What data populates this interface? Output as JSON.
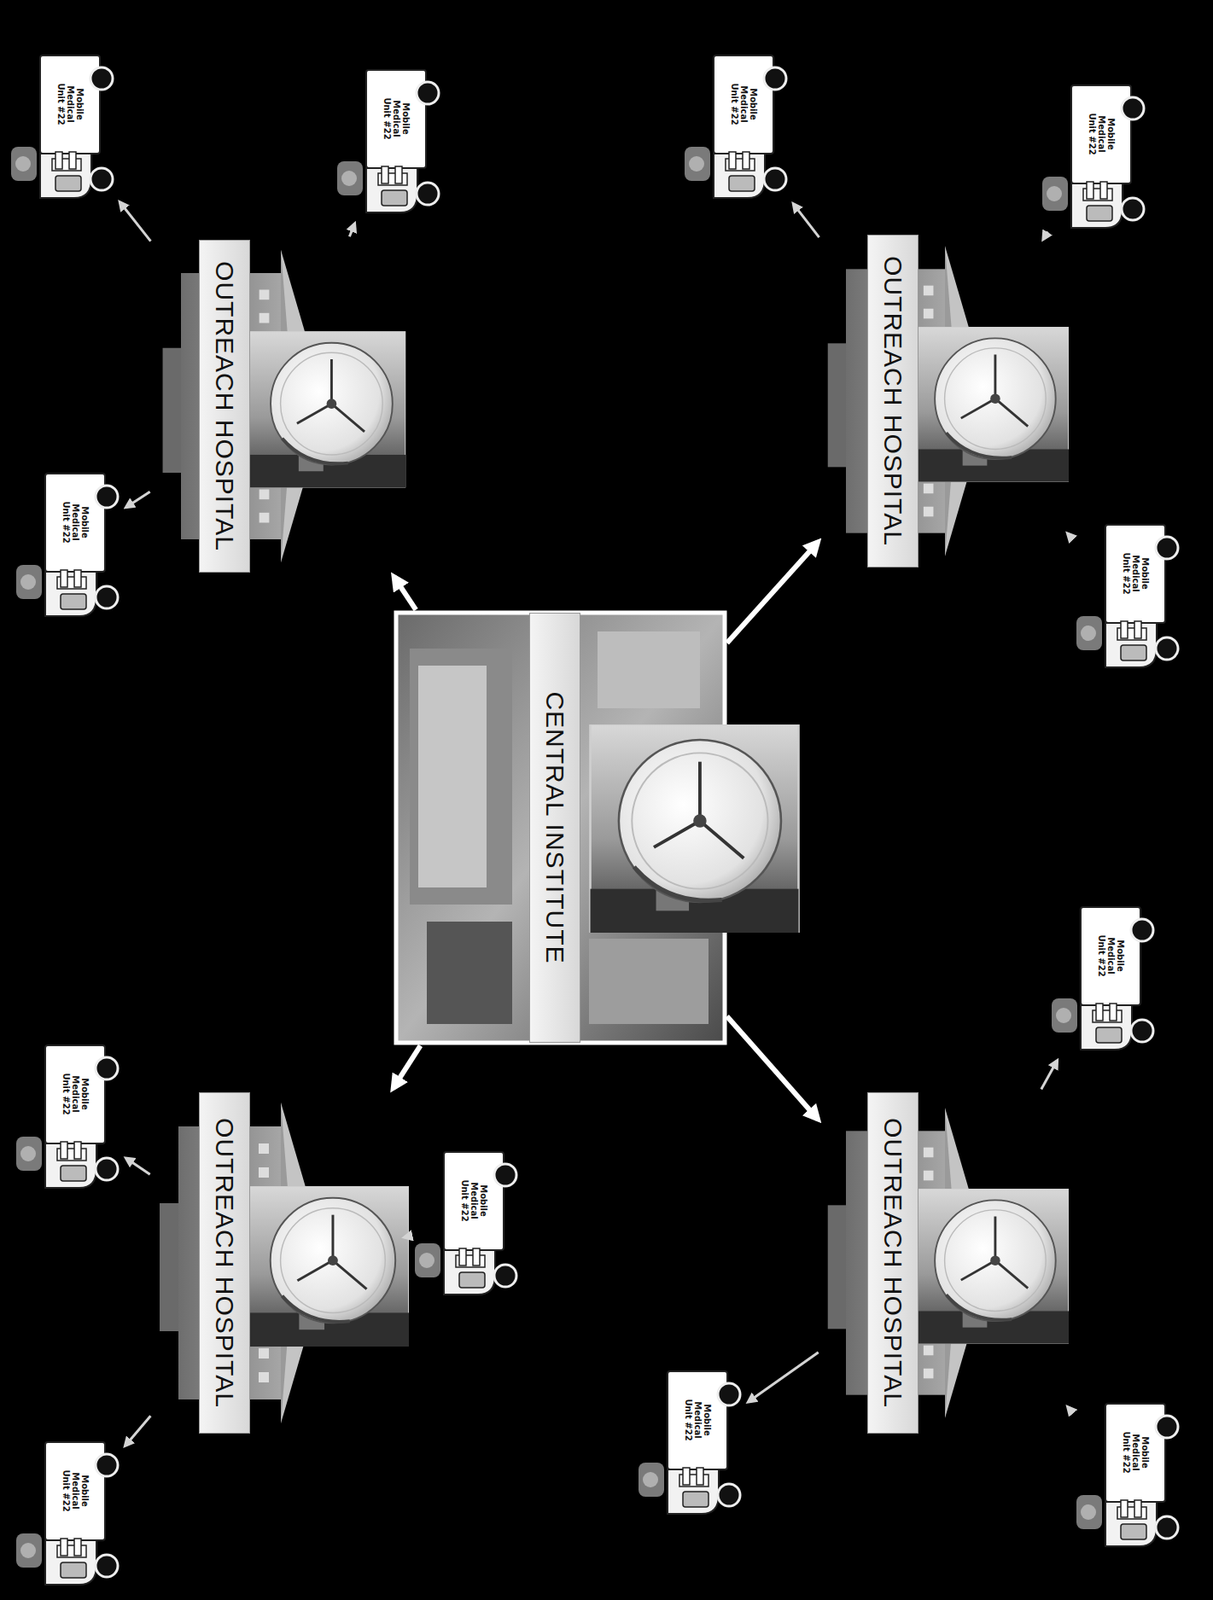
{
  "diagram": {
    "nodes": [
      {
        "text": [
          "CENTRAL INSTITUTE"
        ]
      },
      {
        "text": [
          "OUTREACH HOSPITAL"
        ]
      },
      {
        "text": [
          "OUTREACH HOSPITAL"
        ]
      },
      {
        "text": [
          "OUTREACH HOSPITAL"
        ]
      },
      {
        "text": [
          "OUTREACH HOSPITAL"
        ]
      },
      {
        "text": [
          "Mobile Medical Unit #22"
        ]
      },
      {
        "text": [
          "Mobile Medical Unit #22"
        ]
      },
      {
        "text": [
          "Mobile Medical Unit #22"
        ]
      },
      {
        "text": [
          "Mobile Medical Unit #22"
        ]
      },
      {
        "text": [
          "Mobile Medical Unit #22"
        ]
      },
      {
        "text": [
          "Mobile Medical Unit #22"
        ]
      },
      {
        "text": [
          "Mobile Medical Unit #22"
        ]
      },
      {
        "text": [
          "Mobile Medical Unit #22"
        ]
      },
      {
        "text": [
          "Mobile Medical Unit #22"
        ]
      },
      {
        "text": [
          "Mobile Medical Unit #22"
        ]
      },
      {
        "text": [
          "Mobile Medical Unit #22"
        ]
      },
      {
        "text": [
          "Mobile Medical Unit #22"
        ]
      }
    ],
    "edges": [
      {
        "from": 0,
        "to": 1,
        "arrow": "to"
      },
      {
        "from": 0,
        "to": 2,
        "arrow": "to"
      },
      {
        "from": 0,
        "to": 3,
        "arrow": "to"
      },
      {
        "from": 0,
        "to": 4,
        "arrow": "to"
      },
      {
        "from": 1,
        "to": 5,
        "arrow": "to"
      },
      {
        "from": 1,
        "to": 6,
        "arrow": "to"
      },
      {
        "from": 1,
        "to": 7,
        "arrow": "to"
      },
      {
        "from": 2,
        "to": 8,
        "arrow": "to"
      },
      {
        "from": 2,
        "to": 9,
        "arrow": "to"
      },
      {
        "from": 2,
        "to": 10,
        "arrow": "to"
      },
      {
        "from": 3,
        "to": 11,
        "arrow": "to"
      },
      {
        "from": 3,
        "to": 12,
        "arrow": "to"
      },
      {
        "from": 3,
        "to": 13,
        "arrow": "to"
      },
      {
        "from": 4,
        "to": 14,
        "arrow": "to"
      },
      {
        "from": 4,
        "to": 15,
        "arrow": "to"
      },
      {
        "from": 4,
        "to": 16,
        "arrow": "to"
      }
    ]
  }
}
